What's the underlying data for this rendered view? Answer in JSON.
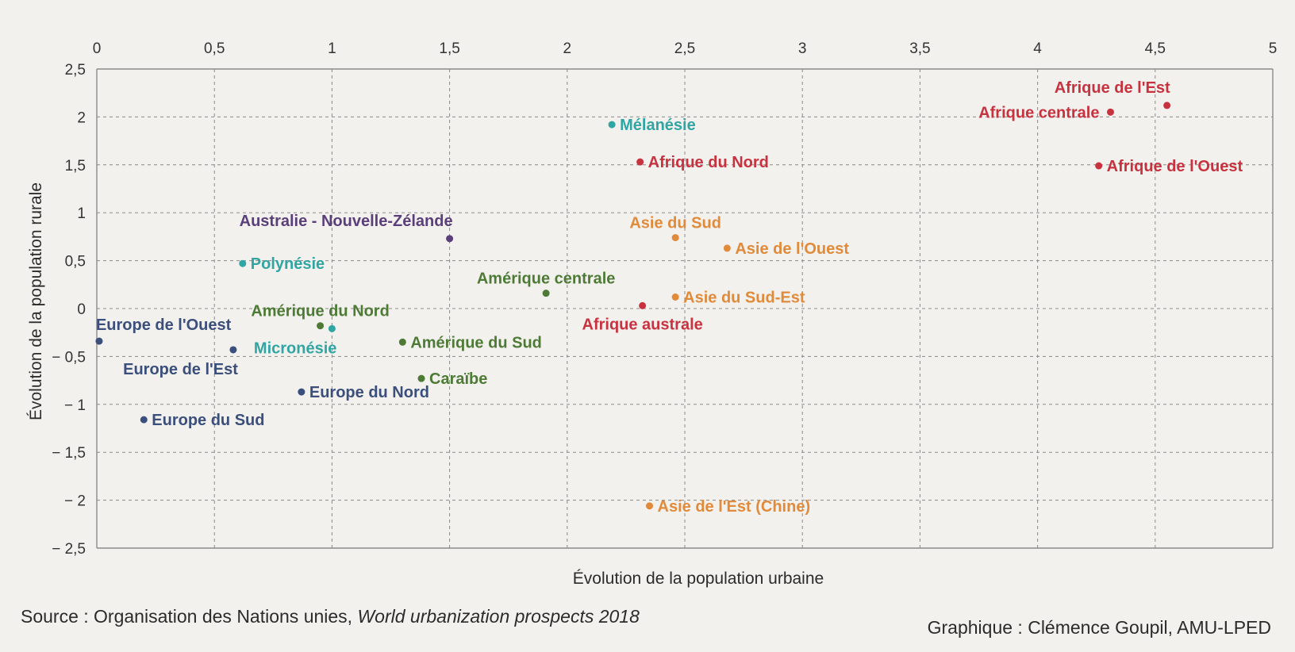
{
  "chart_data": {
    "type": "scatter",
    "xlabel": "Évolution de la population urbaine",
    "ylabel": "Évolution de la population rurale",
    "xlim": [
      0,
      5
    ],
    "ylim": [
      -2.5,
      2.5
    ],
    "x_ticks": [
      0,
      0.5,
      1,
      1.5,
      2,
      2.5,
      3,
      3.5,
      4,
      4.5,
      5
    ],
    "x_tick_labels": [
      "0",
      "0,5",
      "1",
      "1,5",
      "2",
      "2,5",
      "3",
      "3,5",
      "4",
      "4,5",
      "5"
    ],
    "y_ticks": [
      2.5,
      2,
      1.5,
      1,
      0.5,
      0,
      -0.5,
      -1,
      -1.5,
      -2,
      -2.5
    ],
    "y_tick_labels": [
      "2,5",
      "2",
      "1,5",
      "1",
      "0,5",
      "0",
      "− 0,5",
      "− 1",
      "− 1,5",
      "− 2",
      "− 2,5"
    ],
    "x_axis_position": "top",
    "grid": "dashed",
    "points": [
      {
        "label": "Afrique de l'Est",
        "x": 4.55,
        "y": 2.12,
        "group": "afrique",
        "label_pos": "above-left"
      },
      {
        "label": "Afrique centrale",
        "x": 4.31,
        "y": 2.05,
        "group": "afrique",
        "label_pos": "left"
      },
      {
        "label": "Afrique de l'Ouest",
        "x": 4.26,
        "y": 1.49,
        "group": "afrique",
        "label_pos": "right"
      },
      {
        "label": "Afrique du Nord",
        "x": 2.31,
        "y": 1.53,
        "group": "afrique",
        "label_pos": "right"
      },
      {
        "label": "Afrique australe",
        "x": 2.32,
        "y": 0.03,
        "group": "afrique",
        "label_pos": "below"
      },
      {
        "label": "Mélanésie",
        "x": 2.19,
        "y": 1.92,
        "group": "oceanie",
        "label_pos": "right"
      },
      {
        "label": "Polynésie",
        "x": 0.62,
        "y": 0.47,
        "group": "oceanie",
        "label_pos": "right"
      },
      {
        "label": "Micronésie",
        "x": 1.0,
        "y": -0.21,
        "group": "oceanie",
        "label_pos": "below-left"
      },
      {
        "label": "Australie - Nouvelle-Zélande",
        "x": 1.5,
        "y": 0.73,
        "group": "australie",
        "label_pos": "above-left"
      },
      {
        "label": "Asie du Sud",
        "x": 2.46,
        "y": 0.74,
        "group": "asie",
        "label_pos": "above"
      },
      {
        "label": "Asie de l'Ouest",
        "x": 2.68,
        "y": 0.63,
        "group": "asie",
        "label_pos": "right"
      },
      {
        "label": "Asie du Sud-Est",
        "x": 2.46,
        "y": 0.12,
        "group": "asie",
        "label_pos": "right"
      },
      {
        "label": "Asie de l'Est (Chine)",
        "x": 2.35,
        "y": -2.06,
        "group": "asie",
        "label_pos": "right"
      },
      {
        "label": "Amérique centrale",
        "x": 1.91,
        "y": 0.16,
        "group": "amerique",
        "label_pos": "above"
      },
      {
        "label": "Amérique du Nord",
        "x": 0.95,
        "y": -0.18,
        "group": "amerique",
        "label_pos": "above"
      },
      {
        "label": "Amérique du Sud",
        "x": 1.3,
        "y": -0.35,
        "group": "amerique",
        "label_pos": "right"
      },
      {
        "label": "Caraïbe",
        "x": 1.38,
        "y": -0.73,
        "group": "amerique",
        "label_pos": "right"
      },
      {
        "label": "Europe de l'Ouest",
        "x": 0.01,
        "y": -0.34,
        "group": "europe",
        "label_pos": "above-right"
      },
      {
        "label": "Europe de l'Est",
        "x": 0.58,
        "y": -0.43,
        "group": "europe",
        "label_pos": "below-left"
      },
      {
        "label": "Europe du Nord",
        "x": 0.87,
        "y": -0.87,
        "group": "europe",
        "label_pos": "right"
      },
      {
        "label": "Europe du Sud",
        "x": 0.2,
        "y": -1.16,
        "group": "europe",
        "label_pos": "right"
      }
    ]
  },
  "colors": {
    "afrique": "#c8323f",
    "oceanie": "#2fa6a3",
    "australie": "#5a3f7a",
    "asie": "#e08a3a",
    "amerique": "#4d7a35",
    "europe": "#3b4f7c",
    "grid": "#8a8a8a",
    "axis": "#333333",
    "background": "#f3f1ee"
  },
  "footer": {
    "source_prefix": "Source : Organisation des Nations unies, ",
    "source_title": "World urbanization prospects 2018",
    "credit": "Graphique : Clémence Goupil, AMU-LPED"
  }
}
